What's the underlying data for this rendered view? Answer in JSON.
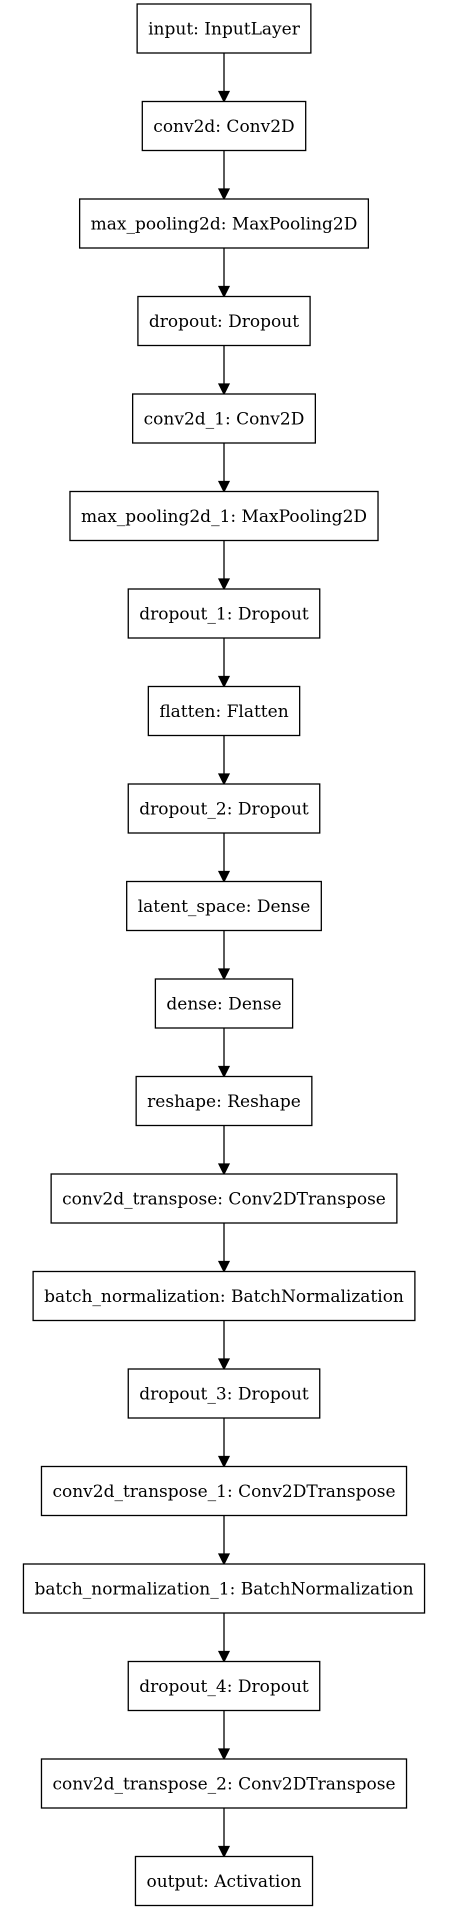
{
  "diagram": {
    "type": "flowchart",
    "direction": "top-to-bottom",
    "nodes": [
      {
        "id": "n0",
        "label": "input: InputLayer"
      },
      {
        "id": "n1",
        "label": "conv2d: Conv2D"
      },
      {
        "id": "n2",
        "label": "max_pooling2d: MaxPooling2D"
      },
      {
        "id": "n3",
        "label": "dropout: Dropout"
      },
      {
        "id": "n4",
        "label": "conv2d_1: Conv2D"
      },
      {
        "id": "n5",
        "label": "max_pooling2d_1: MaxPooling2D"
      },
      {
        "id": "n6",
        "label": "dropout_1: Dropout"
      },
      {
        "id": "n7",
        "label": "flatten: Flatten"
      },
      {
        "id": "n8",
        "label": "dropout_2: Dropout"
      },
      {
        "id": "n9",
        "label": "latent_space: Dense"
      },
      {
        "id": "n10",
        "label": "dense: Dense"
      },
      {
        "id": "n11",
        "label": "reshape: Reshape"
      },
      {
        "id": "n12",
        "label": "conv2d_transpose: Conv2DTranspose"
      },
      {
        "id": "n13",
        "label": "batch_normalization: BatchNormalization"
      },
      {
        "id": "n14",
        "label": "dropout_3: Dropout"
      },
      {
        "id": "n15",
        "label": "conv2d_transpose_1: Conv2DTranspose"
      },
      {
        "id": "n16",
        "label": "batch_normalization_1: BatchNormalization"
      },
      {
        "id": "n17",
        "label": "dropout_4: Dropout"
      },
      {
        "id": "n18",
        "label": "conv2d_transpose_2: Conv2DTranspose"
      },
      {
        "id": "n19",
        "label": "output: Activation"
      }
    ],
    "edges": [
      {
        "from": "n0",
        "to": "n1"
      },
      {
        "from": "n1",
        "to": "n2"
      },
      {
        "from": "n2",
        "to": "n3"
      },
      {
        "from": "n3",
        "to": "n4"
      },
      {
        "from": "n4",
        "to": "n5"
      },
      {
        "from": "n5",
        "to": "n6"
      },
      {
        "from": "n6",
        "to": "n7"
      },
      {
        "from": "n7",
        "to": "n8"
      },
      {
        "from": "n8",
        "to": "n9"
      },
      {
        "from": "n9",
        "to": "n10"
      },
      {
        "from": "n10",
        "to": "n11"
      },
      {
        "from": "n11",
        "to": "n12"
      },
      {
        "from": "n12",
        "to": "n13"
      },
      {
        "from": "n13",
        "to": "n14"
      },
      {
        "from": "n14",
        "to": "n15"
      },
      {
        "from": "n15",
        "to": "n16"
      },
      {
        "from": "n16",
        "to": "n17"
      },
      {
        "from": "n17",
        "to": "n18"
      },
      {
        "from": "n18",
        "to": "n19"
      }
    ]
  }
}
